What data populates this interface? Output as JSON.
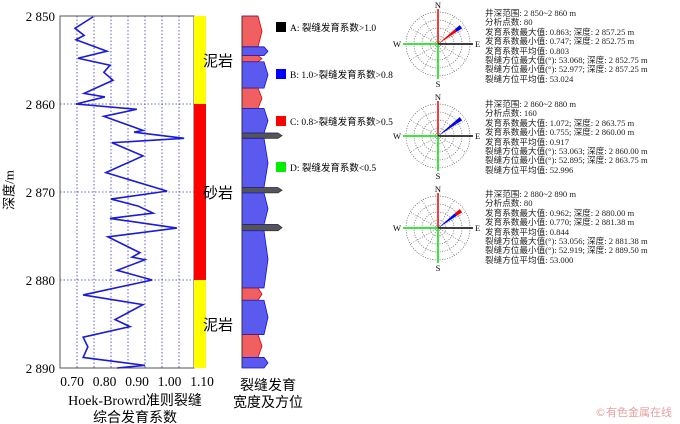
{
  "chart_data": {
    "type": "line",
    "ylabel": "深度/m",
    "xlabel_lines": [
      "Hoek-Browrd准则裂缝",
      "综合发育系数"
    ],
    "y_ticks": [
      "2 850",
      "2 860",
      "2 870",
      "2 880",
      "2 890"
    ],
    "y_tick_values": [
      2850,
      2860,
      2870,
      2880,
      2890
    ],
    "x_ticks": [
      "0.70",
      "0.80",
      "0.90",
      "1.00",
      "1.10"
    ],
    "ylim": [
      2850,
      2890
    ],
    "xlim": [
      0.7,
      1.1
    ],
    "grid": true,
    "series": [
      {
        "name": "综合发育系数",
        "color": "#1a1adb",
        "points": [
          [
            2850.1,
            0.797
          ],
          [
            2851.4,
            0.744
          ],
          [
            2852.2,
            0.771
          ],
          [
            2852.7,
            0.747
          ],
          [
            2854.0,
            0.838
          ],
          [
            2854.8,
            0.753
          ],
          [
            2855.6,
            0.847
          ],
          [
            2856.4,
            0.829
          ],
          [
            2857.3,
            0.856
          ],
          [
            2858.8,
            0.771
          ],
          [
            2859.2,
            0.832
          ],
          [
            2860.0,
            0.747
          ],
          [
            2860.6,
            0.926
          ],
          [
            2861.4,
            0.829
          ],
          [
            2863.0,
            0.944
          ],
          [
            2863.2,
            0.918
          ],
          [
            2863.9,
            1.065
          ],
          [
            2864.4,
            0.853
          ],
          [
            2865.9,
            0.944
          ],
          [
            2867.8,
            0.835
          ],
          [
            2869.9,
            1.015
          ],
          [
            2870.8,
            0.85
          ],
          [
            2871.6,
            0.93
          ],
          [
            2872.4,
            0.974
          ],
          [
            2873.0,
            0.847
          ],
          [
            2874.1,
            1.044
          ],
          [
            2875.1,
            0.841
          ],
          [
            2876.9,
            0.935
          ],
          [
            2877.4,
            0.912
          ],
          [
            2877.7,
            0.95
          ],
          [
            2878.9,
            0.868
          ],
          [
            2880.0,
            0.971
          ],
          [
            2881.7,
            0.768
          ],
          [
            2882.8,
            0.944
          ],
          [
            2884.5,
            0.862
          ],
          [
            2885.3,
            0.906
          ],
          [
            2886.5,
            0.768
          ],
          [
            2887.6,
            0.782
          ],
          [
            2888.8,
            0.768
          ],
          [
            2889.7,
            0.95
          ],
          [
            2890.0,
            0.868
          ]
        ]
      }
    ]
  },
  "lithology": [
    {
      "from": 2850,
      "to": 2860,
      "label": "泥岩",
      "color": "#ffff00"
    },
    {
      "from": 2860,
      "to": 2880,
      "label": "砂岩",
      "color": "#ff0000"
    },
    {
      "from": 2880,
      "to": 2890,
      "label": "泥岩",
      "color": "#ffff00"
    }
  ],
  "width_track": {
    "title_lines": [
      "裂缝发育",
      "宽度及方位"
    ],
    "segments": [
      {
        "from": 2850,
        "to": 2853.5,
        "class": "C"
      },
      {
        "from": 2853.5,
        "to": 2854.5,
        "class": "B"
      },
      {
        "from": 2854.5,
        "to": 2855.2,
        "class": "C"
      },
      {
        "from": 2855.2,
        "to": 2858.2,
        "class": "B"
      },
      {
        "from": 2858.2,
        "to": 2860.5,
        "class": "C"
      },
      {
        "from": 2860.5,
        "to": 2863.3,
        "class": "B"
      },
      {
        "from": 2863.3,
        "to": 2863.9,
        "class": "A"
      },
      {
        "from": 2863.9,
        "to": 2869.5,
        "class": "B"
      },
      {
        "from": 2869.5,
        "to": 2870.1,
        "class": "A"
      },
      {
        "from": 2870.1,
        "to": 2873.7,
        "class": "B"
      },
      {
        "from": 2873.7,
        "to": 2874.4,
        "class": "A"
      },
      {
        "from": 2874.4,
        "to": 2880.9,
        "class": "B"
      },
      {
        "from": 2880.9,
        "to": 2882.3,
        "class": "C"
      },
      {
        "from": 2882.3,
        "to": 2886.2,
        "class": "B"
      },
      {
        "from": 2886.2,
        "to": 2888.8,
        "class": "C"
      },
      {
        "from": 2888.8,
        "to": 2890,
        "class": "B"
      }
    ]
  },
  "legend": [
    {
      "key": "A",
      "label": "A: 裂缝发育系数>1.0",
      "color": "#000000"
    },
    {
      "key": "B",
      "label": "B: 1.0>裂缝发育系数>0.8",
      "color": "#0000ff"
    },
    {
      "key": "C",
      "label": "C: 0.8>裂缝发育系数>0.5",
      "color": "#ff0000"
    },
    {
      "key": "D",
      "label": "D: 裂缝发育系数<0.5",
      "color": "#00ee00"
    }
  ],
  "compass": {
    "n": "N",
    "s": "S",
    "e": "E",
    "w": "W"
  },
  "roses": [
    {
      "azimuth": 53.024,
      "classes": [
        "C",
        "B"
      ],
      "stats": [
        "井深范围: 2 850~2 860 m",
        "分析点数: 80",
        "发育系数最大值: 0.863; 深度: 2 857.25 m",
        "发育系数最小值: 0.747; 深度: 2 852.75 m",
        "发育系数平均值: 0.803",
        "裂缝方位最大值(°): 53.068; 深度: 2 852.75 m",
        "裂缝方位最小值(°): 52.977; 深度: 2 857.25 m",
        "裂缝方位平均值: 53.024"
      ]
    },
    {
      "azimuth": 52.996,
      "classes": [
        "B",
        "B"
      ],
      "stats": [
        "井深范围: 2 860~2 880 m",
        "分析点数: 160",
        "发育系数最大值: 1.072; 深度: 2 863.75 m",
        "发育系数最小值: 0.755; 深度: 2 860.00 m",
        "发育系数平均值: 0.917",
        "裂缝方位最大值(°): 53.063; 深度: 2 860.00 m",
        "裂缝方位最小值(°): 52.895; 深度: 2 863.75 m",
        "裂缝方位平均值: 52.996"
      ]
    },
    {
      "azimuth": 53.0,
      "classes": [
        "B",
        "C"
      ],
      "stats": [
        "井深范围: 2 880~2 890 m",
        "分析点数: 80",
        "发育系数最大值: 0.962; 深度: 2 880.00 m",
        "发育系数最小值: 0.770; 深度: 2 881.38 m",
        "发育系数平均值: 0.844",
        "裂缝方位最大值(°): 53.056; 深度: 2 881.38 m",
        "裂缝方位最小值(°): 52.919; 深度: 2 889.50 m",
        "裂缝方位平均值: 53.000"
      ]
    }
  ],
  "watermark": "©有色金属在线"
}
